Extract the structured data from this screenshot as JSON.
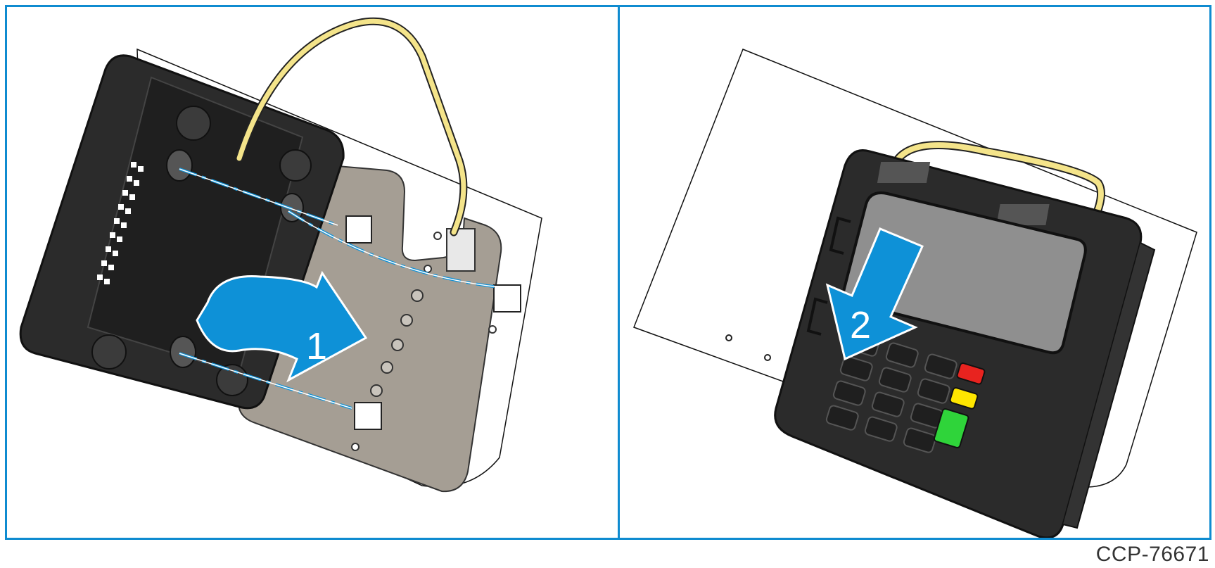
{
  "figure": {
    "figure_id": "CCP-76671",
    "steps": [
      {
        "label": "1"
      },
      {
        "label": "2"
      }
    ],
    "colors": {
      "frame": "#0f8bd0",
      "arrow": "#0e91d7",
      "device_body": "#2b2b2b",
      "bracket_plate": "#a59e94",
      "cable": "#f4e48a",
      "key_red": "#e8231f",
      "key_yellow": "#ffe600",
      "key_green": "#2fd43a"
    },
    "icons": [
      "curved-arrow-icon",
      "down-arrow-icon"
    ]
  }
}
